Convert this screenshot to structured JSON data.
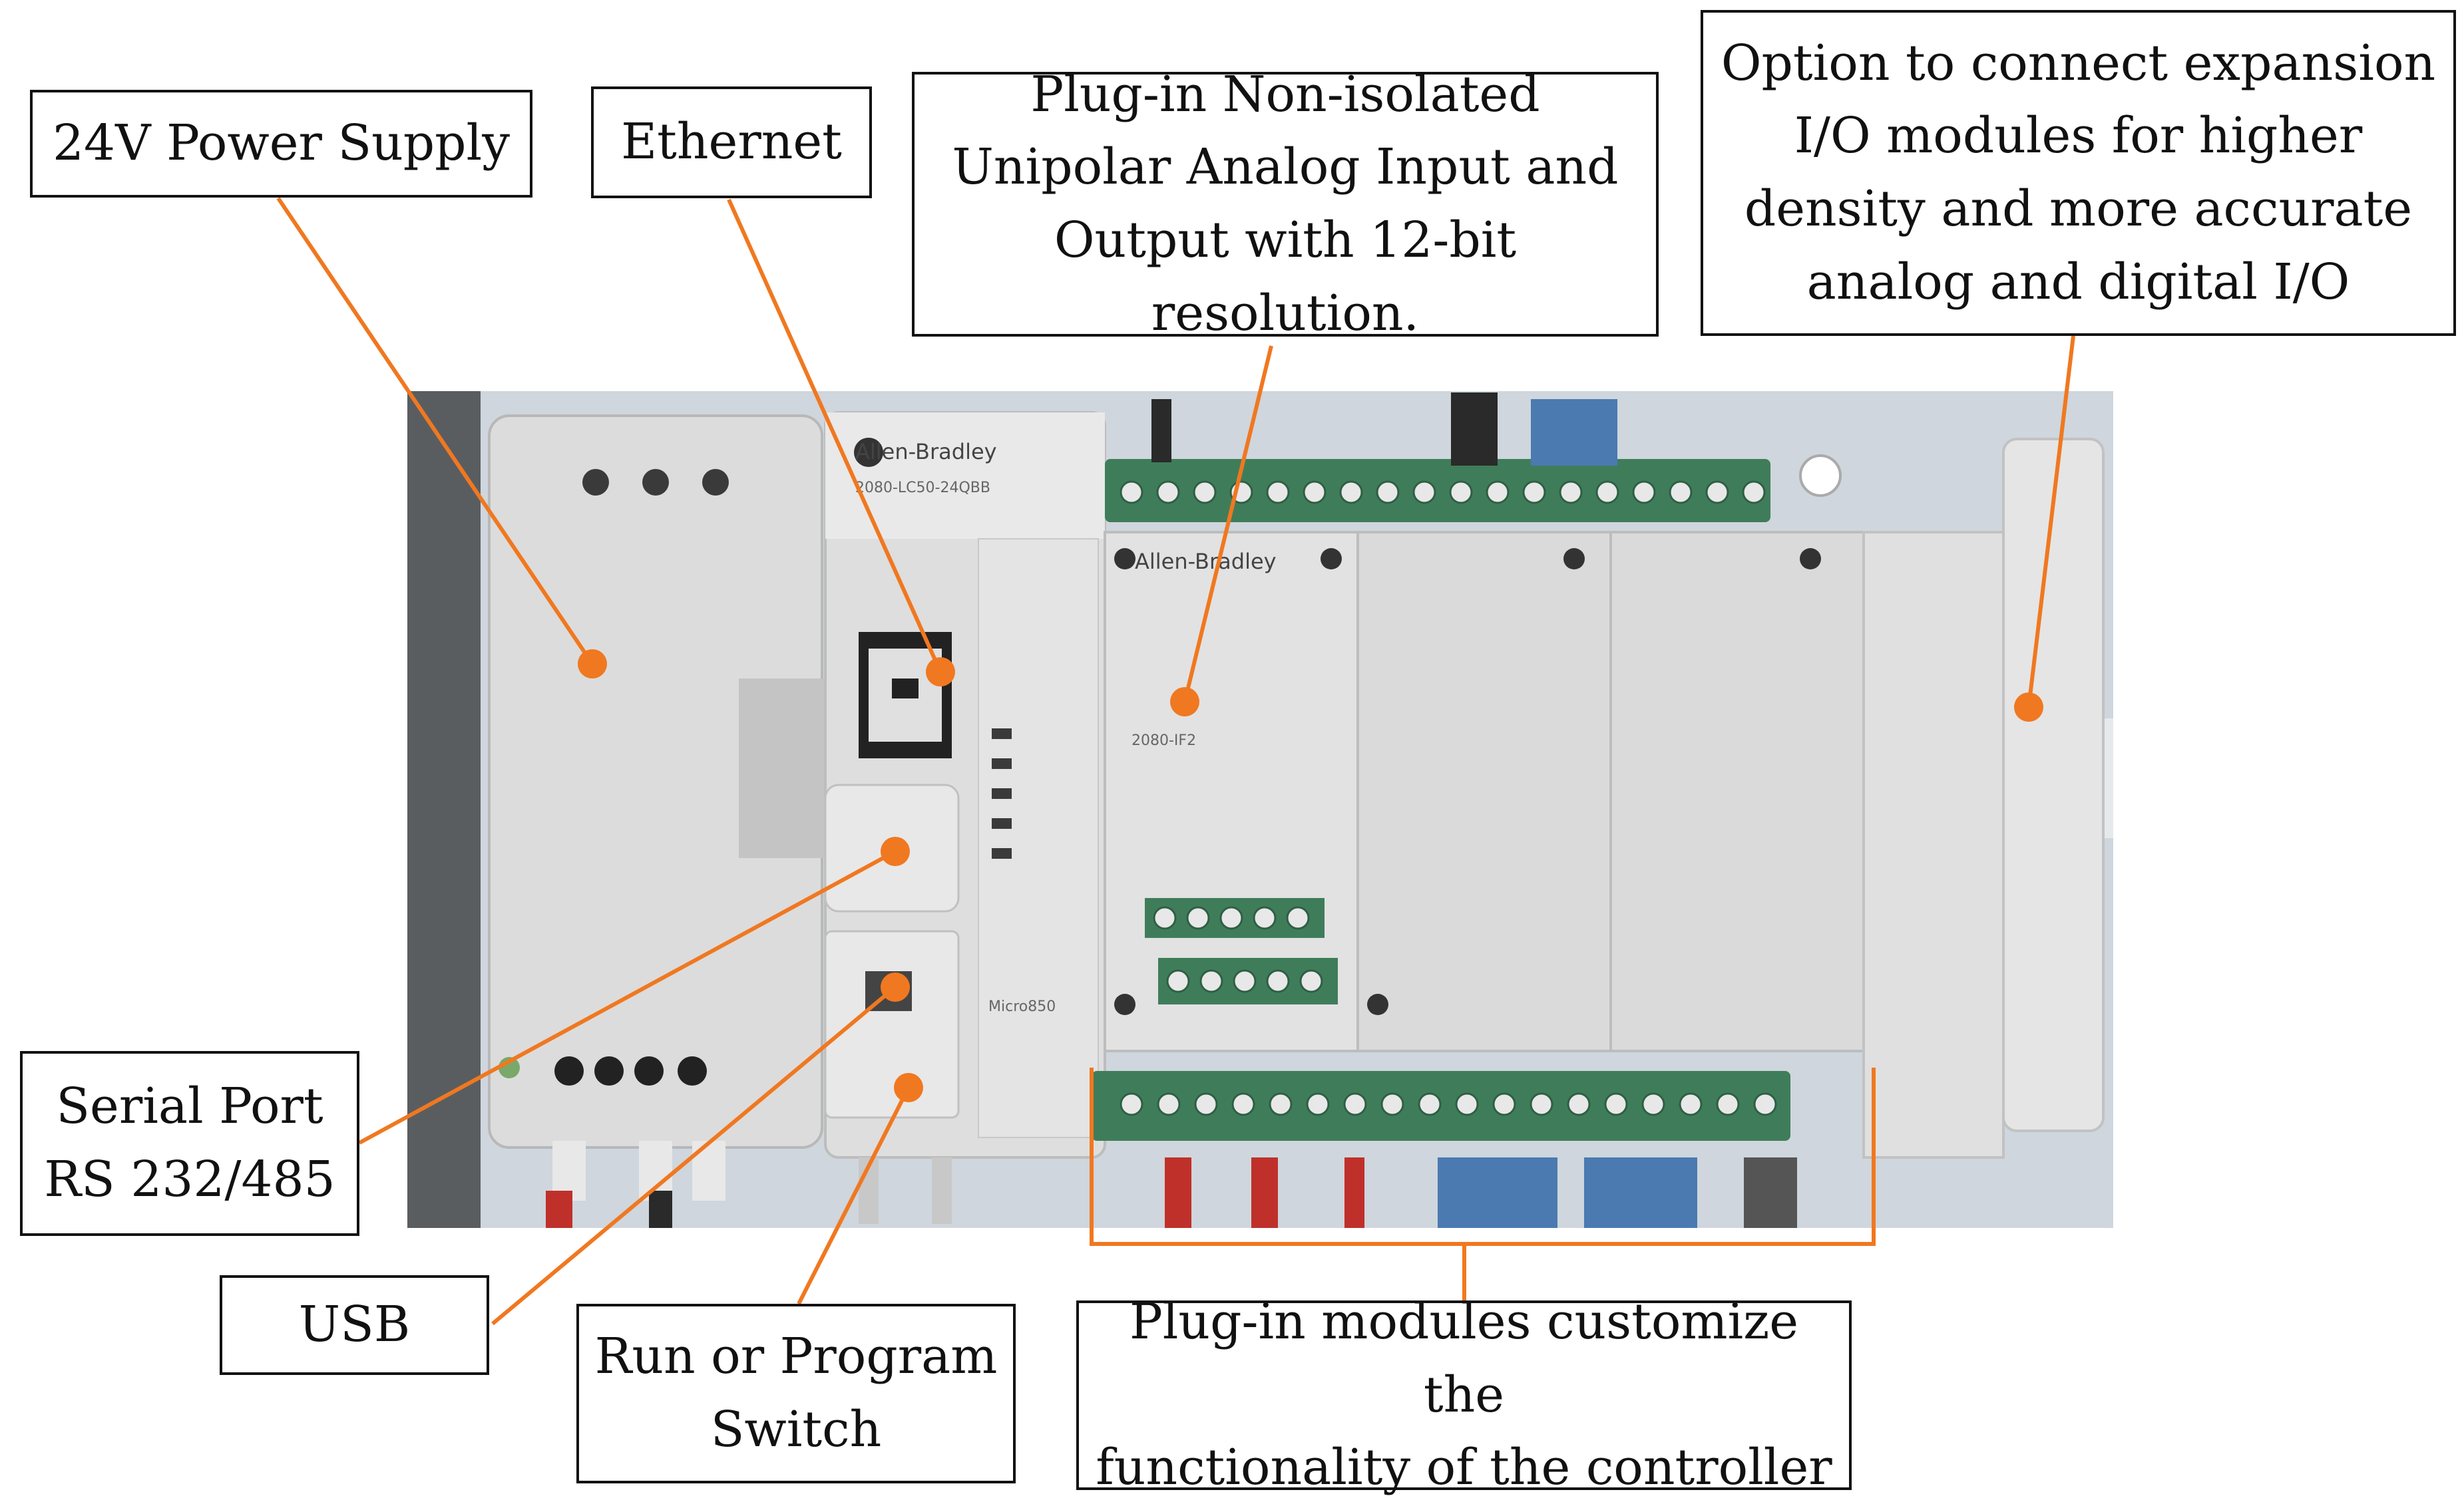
{
  "callouts": {
    "power_supply": "24V Power Supply",
    "ethernet": "Ethernet",
    "analog_io": "Plug-in Non-isolated\nUnipolar Analog Input and\nOutput with 12-bit resolution.",
    "expansion_io": "Option to connect expansion\nI/O modules for higher\ndensity and more accurate\nanalog and digital I/O",
    "serial_port": "Serial Port\nRS 232/485",
    "usb": "USB",
    "run_switch": "Run or Program\nSwitch",
    "plugin_modules": "Plug-in modules customize the\nfunctionality of the controller"
  },
  "device": {
    "brand_controller": "Allen-Bradley",
    "model_controller": "2080-LC50-24QBB",
    "brand_module": "Allen-Bradley",
    "module_model": "2080-IF2",
    "family": "Micro850"
  },
  "colors": {
    "leader": "#f07820",
    "marker": "#f07820",
    "terminal_green": "#3f7d5a",
    "housing": "#d9d9d9"
  }
}
